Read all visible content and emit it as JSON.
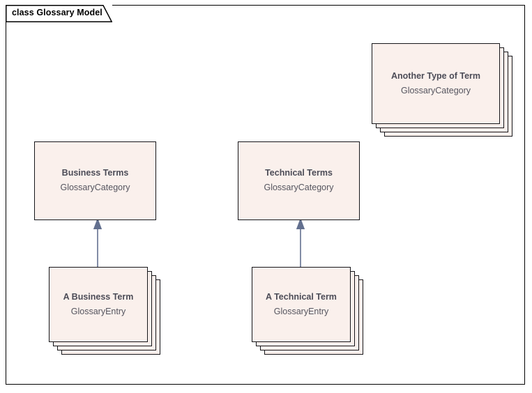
{
  "diagram": {
    "kind": "uml-class-diagram",
    "frame_title": "class Glossary Model",
    "canvas_background": "#ffffff",
    "frame_border_color": "#000000",
    "class_fill_color": "#faf0ec",
    "class_border_color": "#16161a",
    "class_name_color": "#4c4c57",
    "stereotype_color": "#55555f",
    "connector_color": "#63708f"
  },
  "classes": [
    {
      "id": "another-type-of-term",
      "name": "Another Type of Term",
      "stereotype": "GlossaryCategory",
      "stacked": true,
      "stack_count": 3
    },
    {
      "id": "business-terms",
      "name": "Business Terms",
      "stereotype": "GlossaryCategory",
      "stacked": false,
      "stack_count": 0
    },
    {
      "id": "technical-terms",
      "name": "Technical Terms",
      "stereotype": "GlossaryCategory",
      "stacked": false,
      "stack_count": 0
    },
    {
      "id": "a-business-term",
      "name": "A Business Term",
      "stereotype": "GlossaryEntry",
      "stacked": true,
      "stack_count": 3
    },
    {
      "id": "a-technical-term",
      "name": "A Technical Term",
      "stereotype": "GlossaryEntry",
      "stacked": true,
      "stack_count": 3
    }
  ],
  "connectors": [
    {
      "id": "business-generalization",
      "type": "generalization",
      "from": "A Business Term",
      "to": "Business Terms"
    },
    {
      "id": "technical-generalization",
      "type": "generalization",
      "from": "A Technical Term",
      "to": "Technical Terms"
    }
  ]
}
